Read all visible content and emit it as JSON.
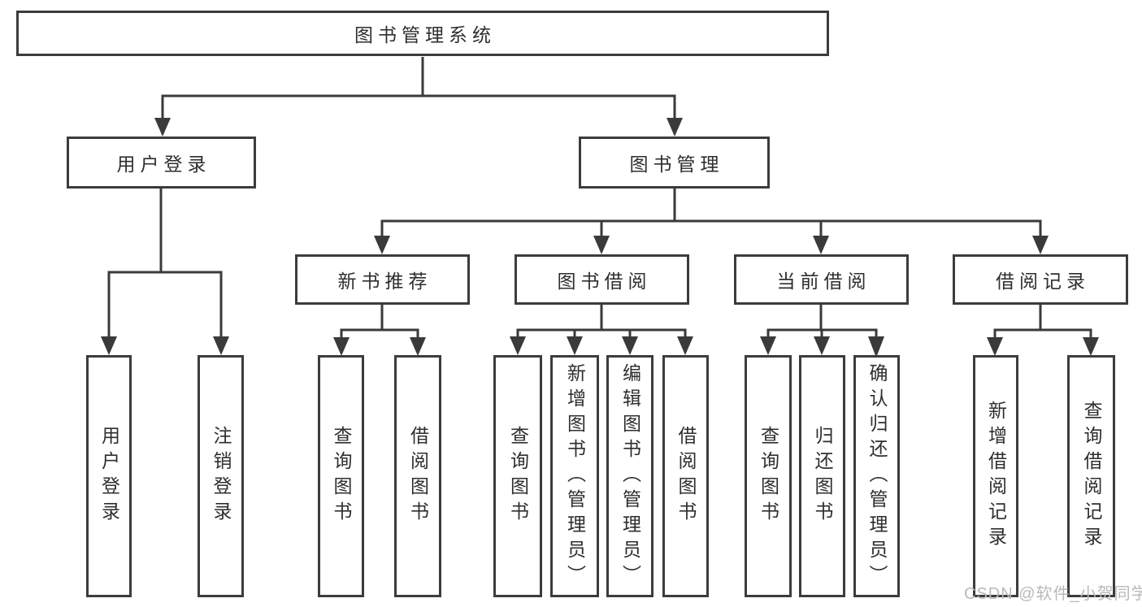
{
  "diagram": {
    "root": {
      "label": "图书管理系统"
    },
    "level2": [
      {
        "label": "用户登录"
      },
      {
        "label": "图书管理"
      }
    ],
    "level3": [
      {
        "label": "新书推荐"
      },
      {
        "label": "图书借阅"
      },
      {
        "label": "当前借阅"
      },
      {
        "label": "借阅记录"
      }
    ],
    "leaves": [
      {
        "label": "用户登录"
      },
      {
        "label": "注销登录"
      },
      {
        "label": "查询图书"
      },
      {
        "label": "借阅图书"
      },
      {
        "label": "查询图书"
      },
      {
        "label": "新增图书（管理员）"
      },
      {
        "label": "编辑图书（管理员）"
      },
      {
        "label": "借阅图书"
      },
      {
        "label": "查询图书"
      },
      {
        "label": "归还图书"
      },
      {
        "label": "确认归还（管理员）"
      },
      {
        "label": "新增借阅记录"
      },
      {
        "label": "查询借阅记录"
      }
    ]
  },
  "watermark": {
    "text": "CSDN @软件_小贺同学"
  },
  "colors": {
    "background": "#ffffff",
    "line": "#3a3a3a",
    "box_border": "#3c3c3c",
    "text": "#2e2e2e",
    "watermark_text": "#b9b9b9"
  }
}
